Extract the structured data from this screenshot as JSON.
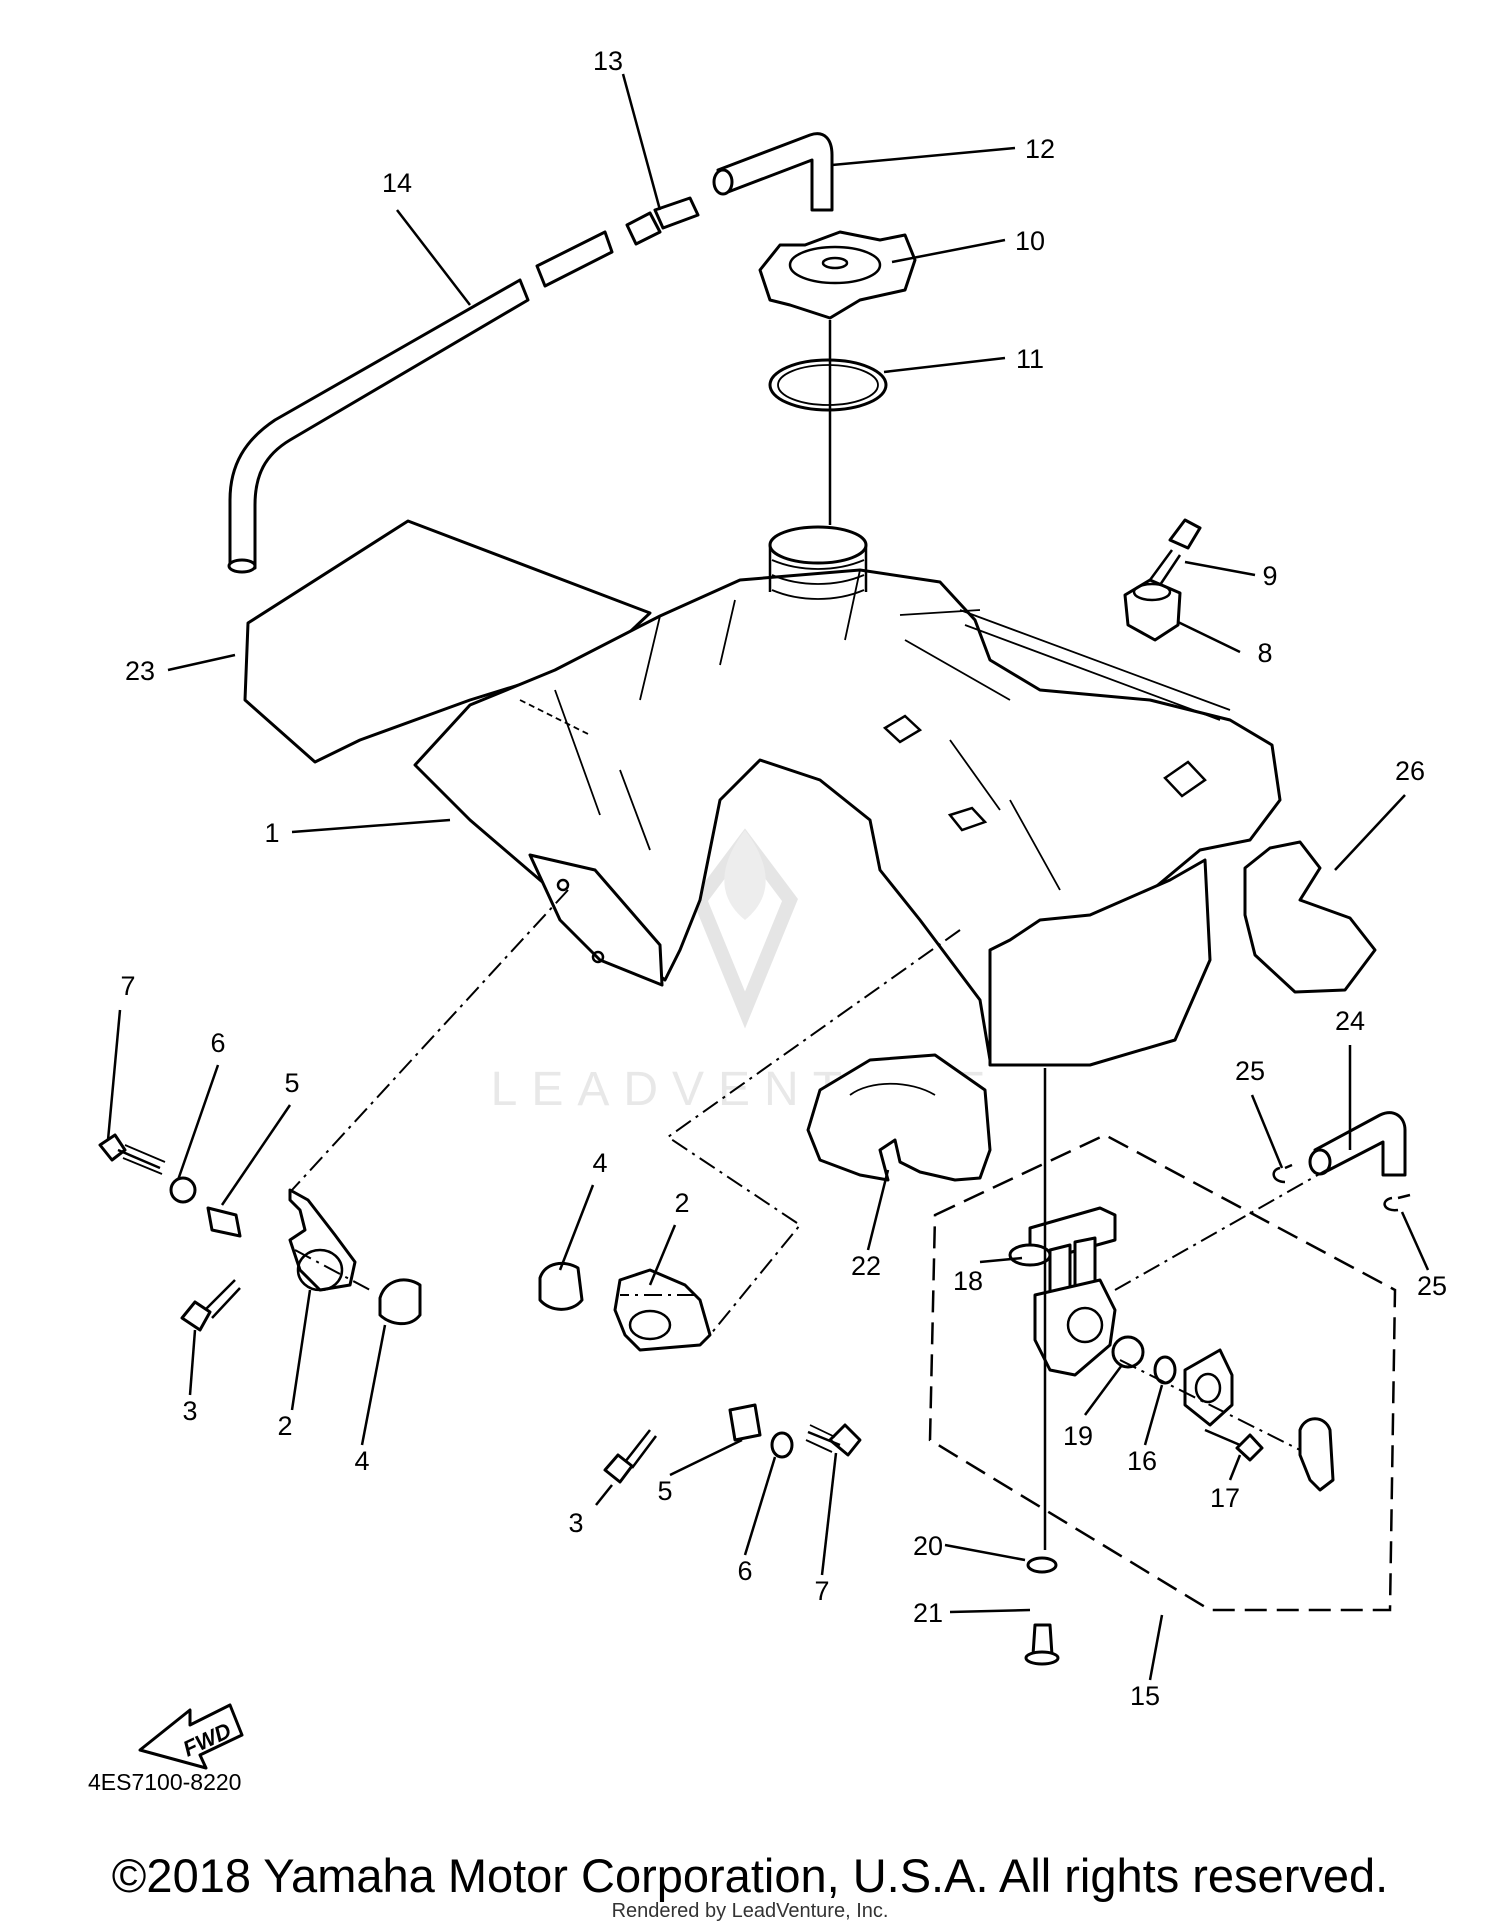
{
  "callouts": [
    {
      "id": "c13",
      "label": "13"
    },
    {
      "id": "c12",
      "label": "12"
    },
    {
      "id": "c14",
      "label": "14"
    },
    {
      "id": "c10",
      "label": "10"
    },
    {
      "id": "c11",
      "label": "11"
    },
    {
      "id": "c9",
      "label": "9"
    },
    {
      "id": "c8",
      "label": "8"
    },
    {
      "id": "c23",
      "label": "23"
    },
    {
      "id": "c26",
      "label": "26"
    },
    {
      "id": "c1",
      "label": "1"
    },
    {
      "id": "c7a",
      "label": "7"
    },
    {
      "id": "c6a",
      "label": "6"
    },
    {
      "id": "c5a",
      "label": "5"
    },
    {
      "id": "c3a",
      "label": "3"
    },
    {
      "id": "c2a",
      "label": "2"
    },
    {
      "id": "c4a",
      "label": "4"
    },
    {
      "id": "c4b",
      "label": "4"
    },
    {
      "id": "c2b",
      "label": "2"
    },
    {
      "id": "c3b",
      "label": "3"
    },
    {
      "id": "c5b",
      "label": "5"
    },
    {
      "id": "c6b",
      "label": "6"
    },
    {
      "id": "c7b",
      "label": "7"
    },
    {
      "id": "c22",
      "label": "22"
    },
    {
      "id": "c24",
      "label": "24"
    },
    {
      "id": "c25a",
      "label": "25"
    },
    {
      "id": "c25b",
      "label": "25"
    },
    {
      "id": "c18",
      "label": "18"
    },
    {
      "id": "c19",
      "label": "19"
    },
    {
      "id": "c16",
      "label": "16"
    },
    {
      "id": "c17",
      "label": "17"
    },
    {
      "id": "c20",
      "label": "20"
    },
    {
      "id": "c21",
      "label": "21"
    },
    {
      "id": "c15",
      "label": "15"
    }
  ],
  "fwd_label": "FWD",
  "diagram_code": "4ES7100-8220",
  "watermark_text": "LEADVENTURE",
  "copyright": "©2018 Yamaha Motor Corporation, U.S.A. All rights reserved.",
  "rendered_by": "Rendered by LeadVenture, Inc."
}
